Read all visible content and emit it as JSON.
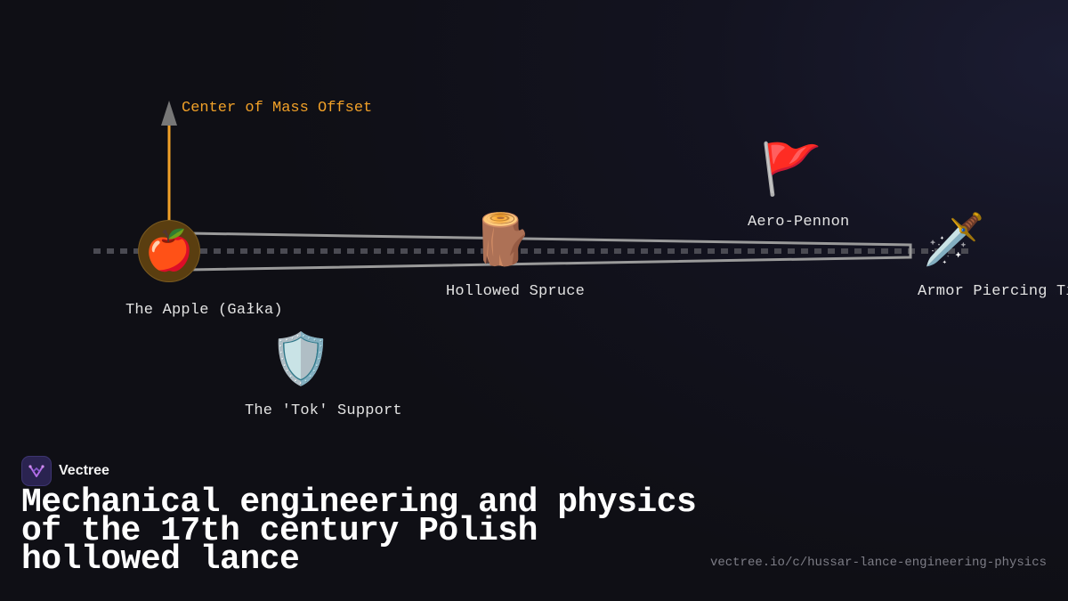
{
  "diagram": {
    "annotation": "Center of Mass Offset",
    "nodes": [
      {
        "id": "apple",
        "label": "The Apple (Gałka)",
        "icon": "apple-icon",
        "glyph": "🍎"
      },
      {
        "id": "spruce",
        "label": "Hollowed Spruce",
        "icon": "log-icon",
        "glyph": "🪵"
      },
      {
        "id": "pennon",
        "label": "Aero-Pennon",
        "icon": "red-flag-icon",
        "glyph": "🚩"
      },
      {
        "id": "tip",
        "label": "Armor Piercing Tip",
        "icon": "sword-icon",
        "glyph": "🗡️"
      },
      {
        "id": "tok",
        "label": "The 'Tok' Support",
        "icon": "shield-icon",
        "glyph": "🛡️"
      }
    ],
    "colors": {
      "annotation": "#f0a028",
      "arrow_head": "#777777",
      "lance_outline": "#9a9a9a",
      "axis_dash": "#4a4a52"
    }
  },
  "brand": {
    "name": "Vectree"
  },
  "title": "Mechanical engineering and physics of the 17th century Polish hollowed lance",
  "url": "vectree.io/c/hussar-lance-engineering-physics"
}
